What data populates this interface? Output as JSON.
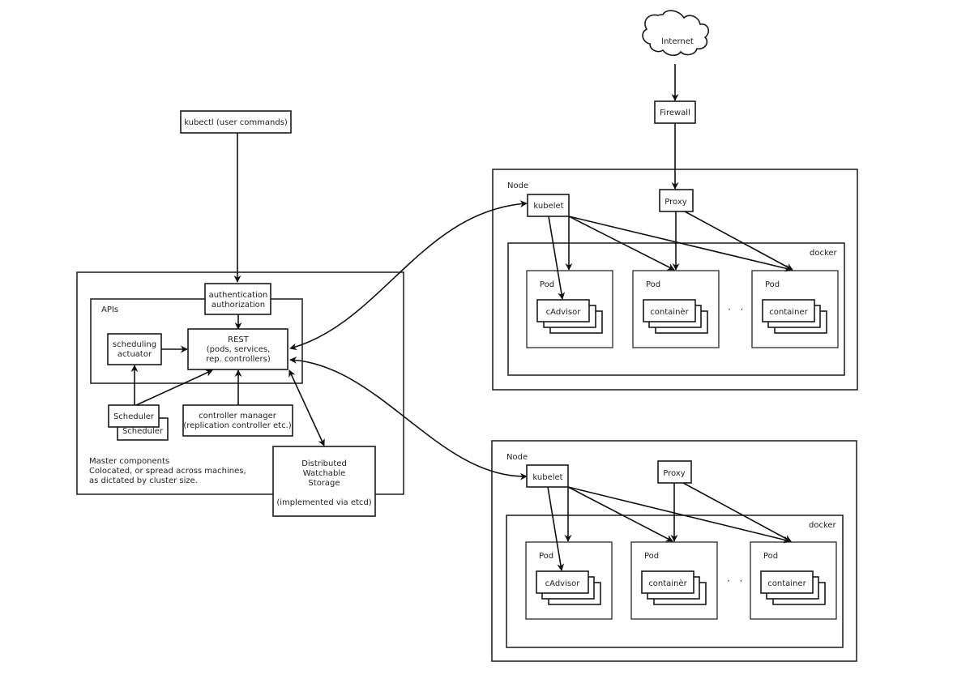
{
  "diagram": {
    "title": "Kubernetes architecture",
    "internet": {
      "label": "Internet",
      "icon": "cloud-icon"
    },
    "firewall": {
      "label": "Firewall"
    },
    "kubectl": {
      "label": "kubectl (user commands)"
    },
    "master": {
      "caption_lines": [
        "Master components",
        "Colocated, or spread across machines,",
        "as dictated by cluster size."
      ],
      "apis_label": "APIs",
      "auth": {
        "lines": [
          "authentication",
          "authorization"
        ]
      },
      "rest": {
        "lines": [
          "REST",
          "(pods, services,",
          "rep. controllers)"
        ]
      },
      "scheduling_actuator": {
        "lines": [
          "scheduling",
          "actuator"
        ]
      },
      "scheduler": {
        "label": "Scheduler",
        "shadow_label": "Scheduler"
      },
      "controller_manager": {
        "lines": [
          "controller manager",
          "(replication controller etc.)"
        ]
      },
      "storage": {
        "lines": [
          "Distributed",
          "Watchable",
          "Storage",
          "",
          "(implemented via etcd)"
        ]
      }
    },
    "nodes": [
      {
        "label": "Node",
        "kubelet": "kubelet",
        "proxy": "Proxy",
        "docker": "docker",
        "pods": [
          {
            "label": "Pod",
            "container": "cAdvisor"
          },
          {
            "label": "Pod",
            "container": "containèr"
          },
          {
            "label": "Pod",
            "container": "container"
          }
        ],
        "ellipsis": "· · ·"
      },
      {
        "label": "Node",
        "kubelet": "kubelet",
        "proxy": "Proxy",
        "docker": "docker",
        "pods": [
          {
            "label": "Pod",
            "container": "cAdvisor"
          },
          {
            "label": "Pod",
            "container": "containèr"
          },
          {
            "label": "Pod",
            "container": "container"
          }
        ],
        "ellipsis": "· · ·"
      }
    ]
  }
}
